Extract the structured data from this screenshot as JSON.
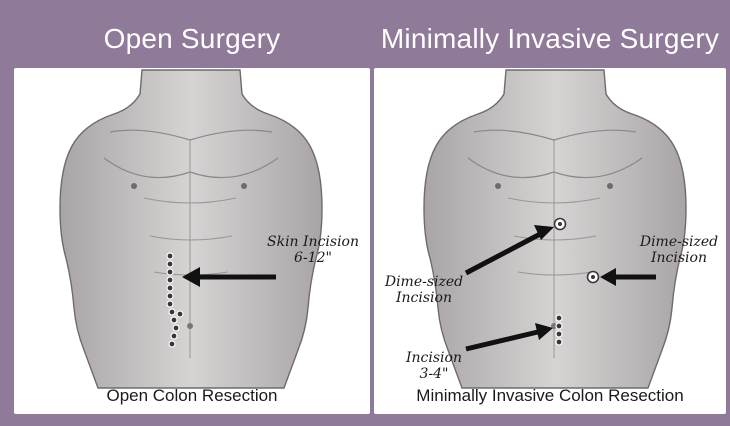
{
  "left": {
    "heading": "Open Surgery",
    "caption": "Open Colon Resection",
    "annotation": {
      "line1": "Skin Incision",
      "line2": "6-12\""
    }
  },
  "right": {
    "heading": "Minimally Invasive Surgery",
    "caption": "Minimally Invasive Colon Resection",
    "annotation_left": {
      "line1": "Dime-sized",
      "line2": "Incision"
    },
    "annotation_right": {
      "line1": "Dime-sized",
      "line2": "Incision"
    },
    "annotation_bottom": {
      "line1": "Incision",
      "line2": "3-4\""
    }
  },
  "colors": {
    "background": "#8f7a99",
    "panel": "#ffffff",
    "skin": "#c9c6c6",
    "arrow": "#111111"
  }
}
